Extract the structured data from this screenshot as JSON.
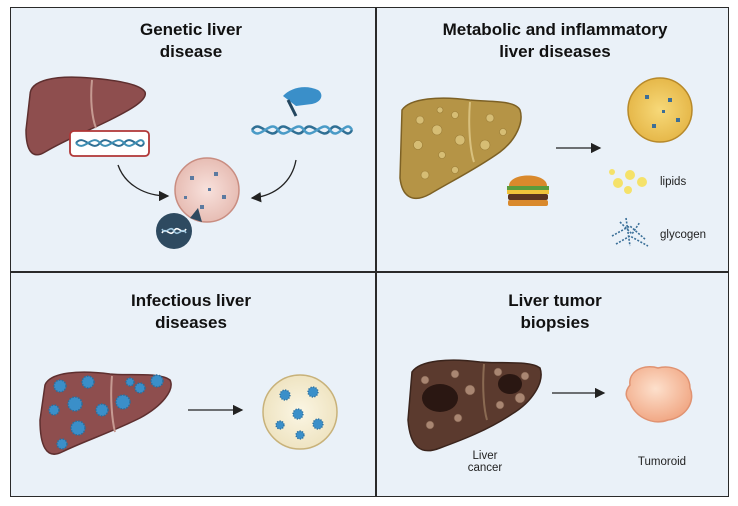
{
  "panels": {
    "genetic": {
      "title_line1": "Genetic liver",
      "title_line2": "disease"
    },
    "metabolic": {
      "title_line1": "Metabolic and inflammatory",
      "title_line2": "liver diseases",
      "label_lipids": "lipids",
      "label_glycogen": "glycogen"
    },
    "infectious": {
      "title_line1": "Infectious liver",
      "title_line2": "diseases"
    },
    "tumor": {
      "title_line1": "Liver tumor",
      "title_line2": "biopsies",
      "label_liver_line1": "Liver",
      "label_liver_line2": "cancer",
      "label_tumoroid": "Tumoroid"
    }
  },
  "colors": {
    "liver_healthy": "#8e4e4e",
    "liver_fatty": "#b59446",
    "liver_cancer": "#5b3a2e",
    "dna": "#2f6f94",
    "virus": "#3a8fc9",
    "organoid": "#f1d6cf",
    "tumoroid": "#f7c9ae",
    "background": "#e9f0f8"
  }
}
